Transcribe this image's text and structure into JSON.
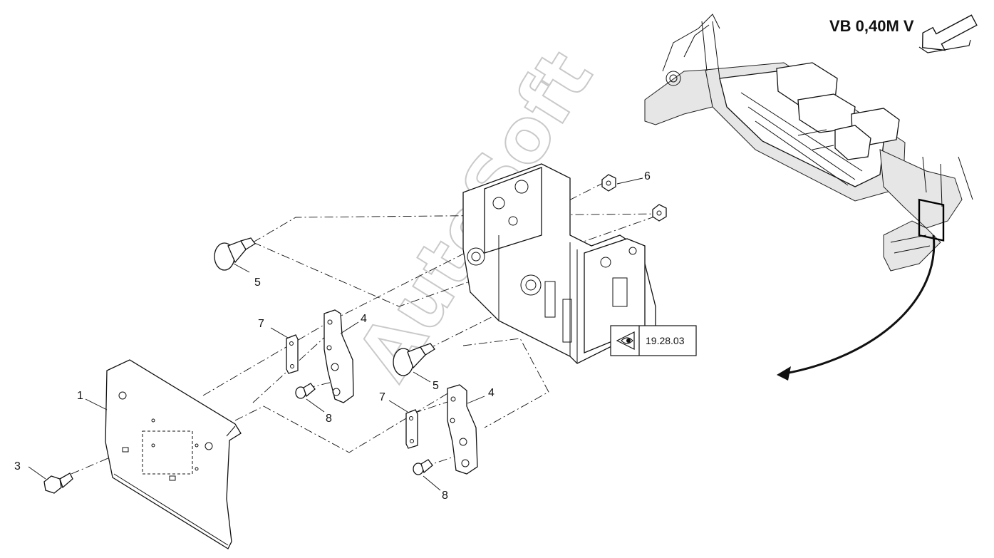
{
  "view": {
    "title": "VB 0,40M V"
  },
  "reference": {
    "label": "19.28.03",
    "icon": "eye-view-icon"
  },
  "watermark": {
    "text": "AutoSoft"
  },
  "callouts": [
    {
      "id": "c1",
      "label": "1"
    },
    {
      "id": "c3",
      "label": "3"
    },
    {
      "id": "c4a",
      "label": "4"
    },
    {
      "id": "c4b",
      "label": "4"
    },
    {
      "id": "c5a",
      "label": "5"
    },
    {
      "id": "c5b",
      "label": "5"
    },
    {
      "id": "c6",
      "label": "6"
    },
    {
      "id": "c7a",
      "label": "7"
    },
    {
      "id": "c7b",
      "label": "7"
    },
    {
      "id": "c8a",
      "label": "8"
    },
    {
      "id": "c8b",
      "label": "8"
    }
  ]
}
